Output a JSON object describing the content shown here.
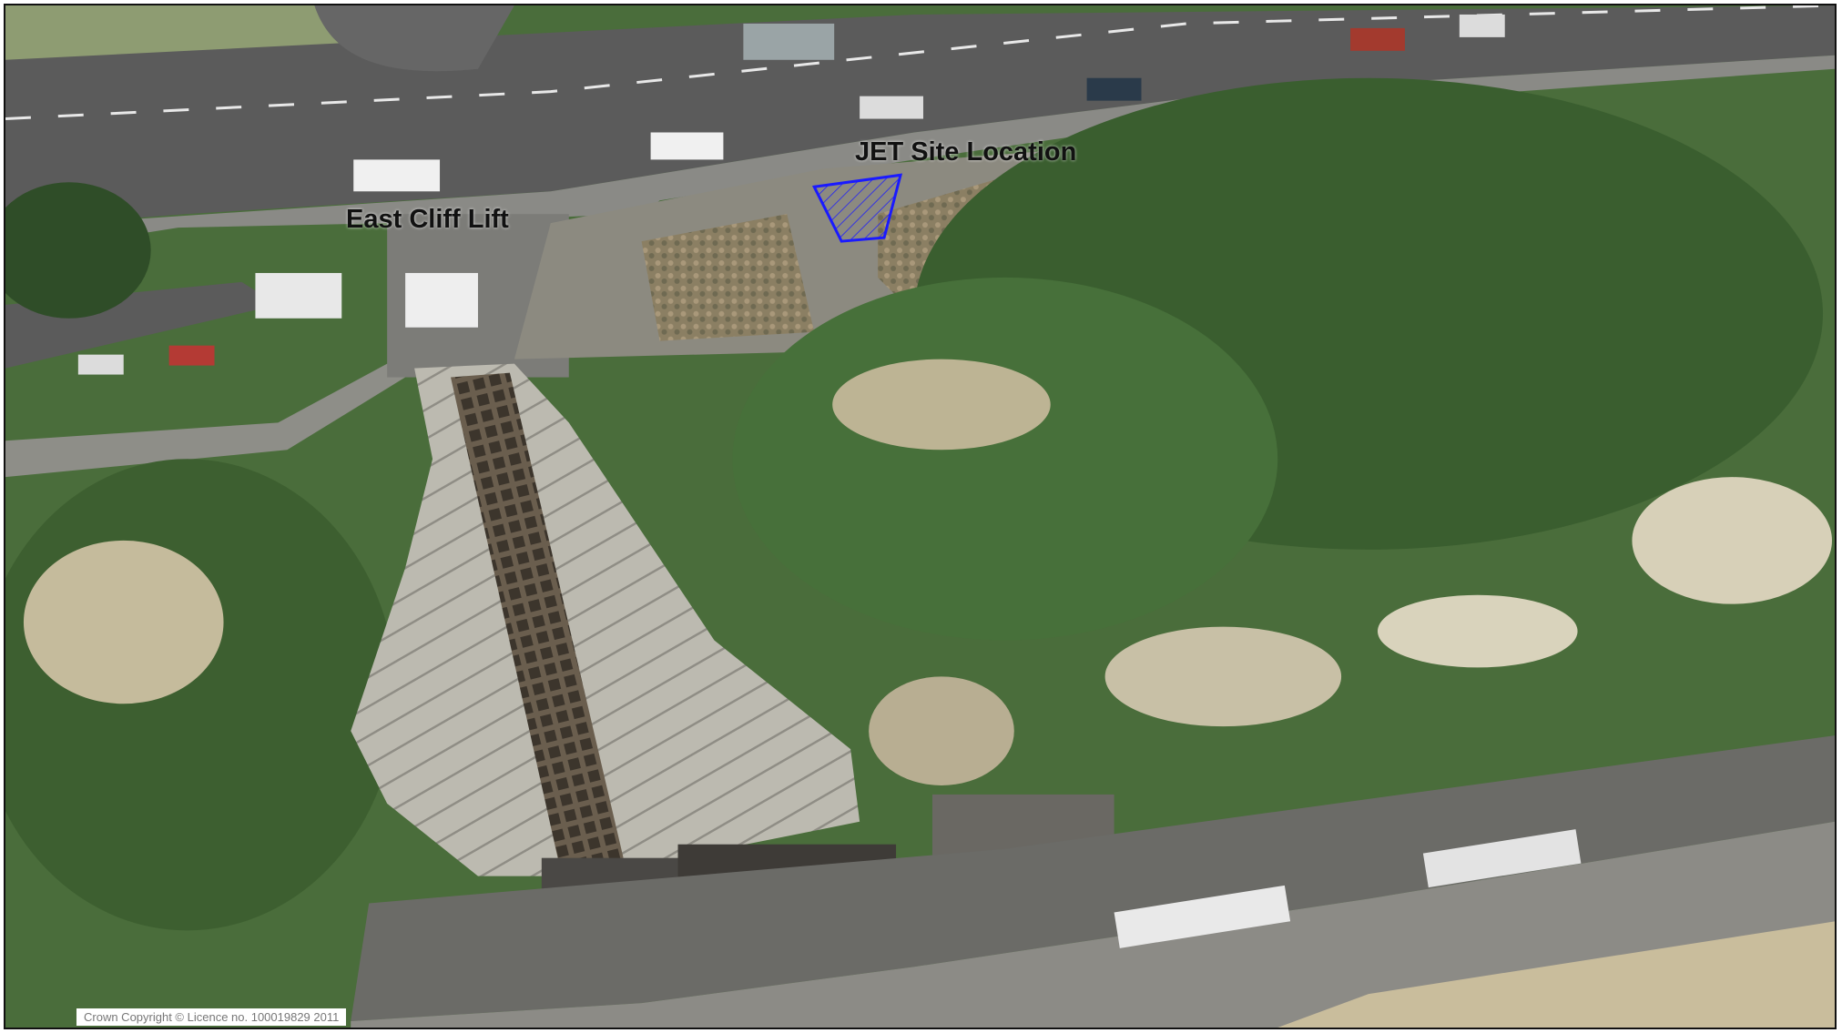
{
  "map": {
    "labels": {
      "east_cliff_lift": "East Cliff Lift",
      "jet_site": "JET Site Location"
    },
    "copyright": "Crown Copyright © Licence no. 100019829 2011",
    "colors": {
      "site_outline": "#1a1aff",
      "vegetation": "#3f6a33",
      "road": "#565656",
      "promenade": "#8c8b86",
      "sand": "#c9bd9c",
      "frame": "#111111"
    },
    "basemap": "aerial-photograph"
  }
}
